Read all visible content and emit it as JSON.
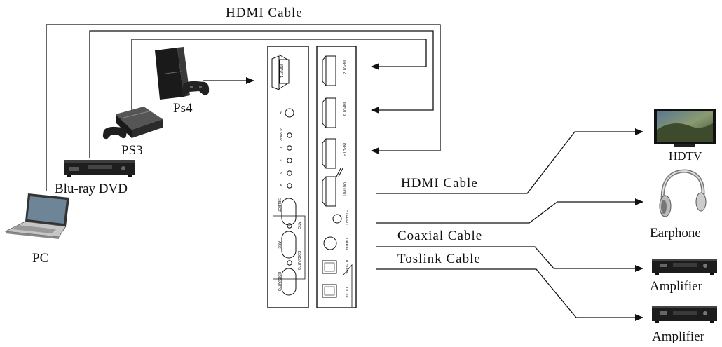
{
  "labels": {
    "hdmi_top": "HDMI Cable",
    "hdmi_out": "HDMI Cable",
    "coaxial": "Coaxial Cable",
    "toslink": "Toslink Cable"
  },
  "sources": {
    "ps4": "Ps4",
    "ps3": "PS3",
    "bluray": "Blu-ray DVD",
    "pc": "PC"
  },
  "outputs": {
    "hdtv": "HDTV",
    "earphone": "Earphone",
    "amplifier1": "Amplifier",
    "amplifier2": "Amplifier"
  },
  "panel_left": {
    "input1": "INPUT 1",
    "ir": "IR",
    "power": "POWER",
    "n1": "1",
    "n2": "2",
    "n3": "3",
    "n4": "4",
    "select": "SELECT",
    "arc1": "ARC",
    "arc2": "ARC",
    "edid1": "EDID/AUTO",
    "edid2": "EDID/AUTO"
  },
  "panel_right": {
    "input2": "INPUT 2",
    "input3": "INPUT 3",
    "input4": "INPUT 4",
    "output": "OUTPUT",
    "stereo": "STEREO",
    "coaxial": "COAXIAL",
    "toslink": "TOSLINK",
    "dc": "DC 5V"
  }
}
